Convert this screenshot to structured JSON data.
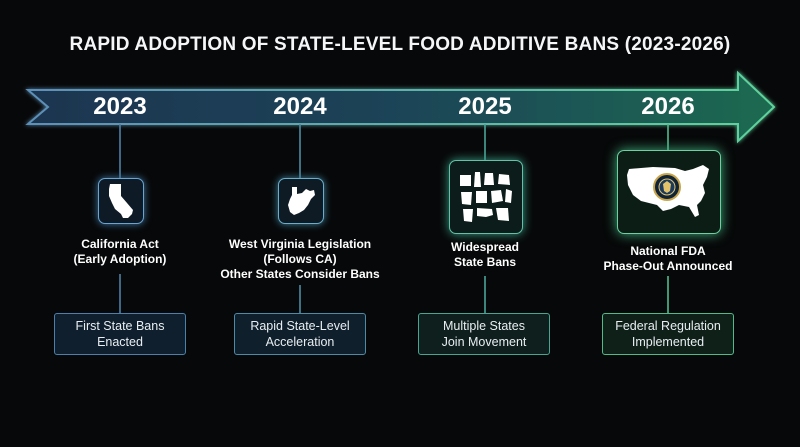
{
  "title": "RAPID ADOPTION OF STATE-LEVEL FOOD ADDITIVE BANS (2023-2026)",
  "colors": {
    "background": "#070809",
    "arrow_start": "#1f3f5f",
    "arrow_end": "#1f6f52",
    "blue_accent": "#4f86ad",
    "teal_accent": "#4bb08a",
    "green_accent": "#55c48f"
  },
  "timeline": [
    {
      "year": "2023",
      "icon": "california-map-icon",
      "event_lines": [
        "California Act",
        "(Early Adoption)"
      ],
      "result_lines": [
        "First State Bans",
        "Enacted"
      ]
    },
    {
      "year": "2024",
      "icon": "west-virginia-map-icon",
      "event_lines": [
        "West Virginia Legislation",
        "(Follows CA)",
        "Other States Consider Bans"
      ],
      "result_lines": [
        "Rapid State-Level",
        "Acceleration"
      ]
    },
    {
      "year": "2025",
      "icon": "multiple-states-map-icon",
      "event_lines": [
        "Widespread",
        "State Bans"
      ],
      "result_lines": [
        "Multiple States",
        "Join Movement"
      ]
    },
    {
      "year": "2026",
      "icon": "usa-map-with-seal-icon",
      "event_lines": [
        "National FDA",
        "Phase-Out Announced"
      ],
      "result_lines": [
        "Federal Regulation",
        "Implemented"
      ]
    }
  ]
}
